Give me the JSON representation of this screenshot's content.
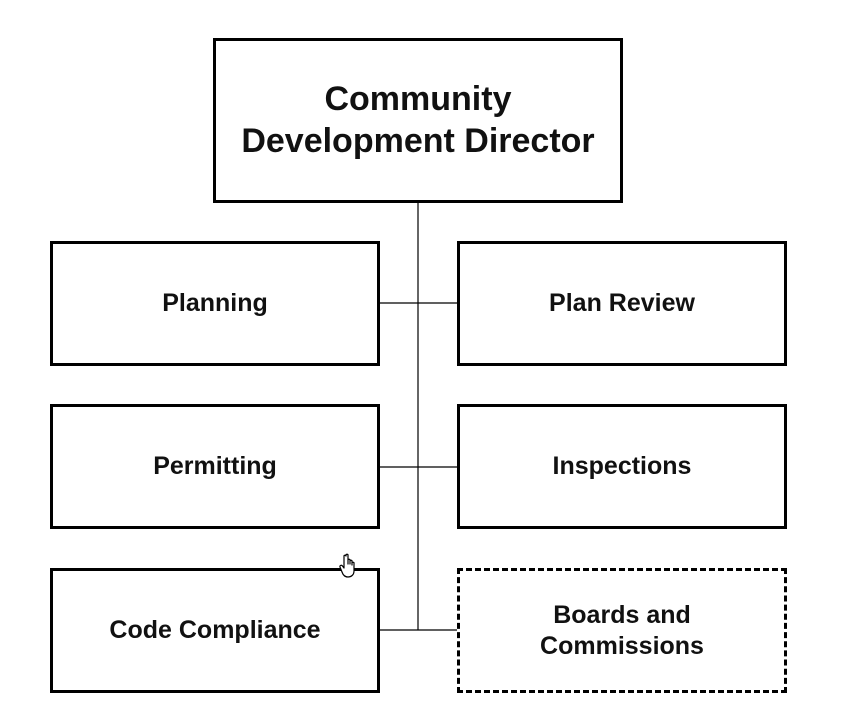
{
  "org_chart": {
    "director": {
      "label": "Community\nDevelopment Director"
    },
    "units": [
      {
        "id": "planning",
        "label": "Planning",
        "style": "solid"
      },
      {
        "id": "plan-review",
        "label": "Plan Review",
        "style": "solid"
      },
      {
        "id": "permitting",
        "label": "Permitting",
        "style": "solid"
      },
      {
        "id": "inspections",
        "label": "Inspections",
        "style": "solid"
      },
      {
        "id": "code-compliance",
        "label": "Code Compliance",
        "style": "solid"
      },
      {
        "id": "boards-and-commissions",
        "label": "Boards and\nCommissions",
        "style": "dashed"
      }
    ]
  },
  "colors": {
    "border": "#000000",
    "connector": "#000000",
    "text": "#111111",
    "background": "#ffffff"
  },
  "icons": {
    "cursor": "hand-pointer-icon"
  }
}
